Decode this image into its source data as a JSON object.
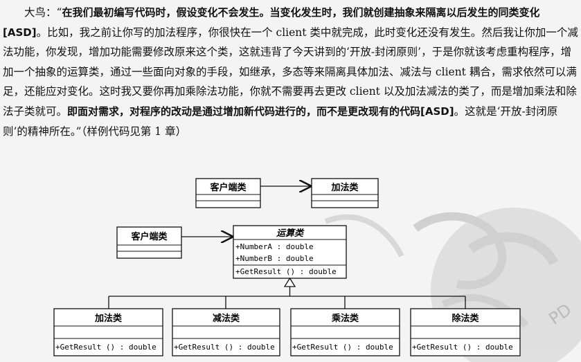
{
  "paragraph": {
    "speaker": "大鸟：“",
    "bold1": "在我们最初编写代码时，假设变化不会发生。当变化发生时，我们就创建抽象来隔离以后发生的同类变化[ASD]",
    "text1": "。比如，我之前让你写的加法程序，你很快在一个 client 类中就完成，此时变化还没有发生。然后我让你加一个减法功能，你发现，增加功能需要修改原来这个类，这就违背了今天讲到的‘开放-封闭原则’，于是你就该考虑重构程序，增加一个抽象的运算类，通过一些面向对象的手段，如继承，多态等来隔离具体加法、减法与 client 耦合，需求依然可以满足，还能应对变化。这时我又要你再加乘除法功能，你就不需要再去更改 client 以及加法减法的类了，而是增加乘法和除法子类就可。",
    "bold2": "即面对需求，对程序的改动是通过增加新代码进行的，而不是更改现有的代码[ASD]",
    "text2": "。这就是‘开放-封闭原则’的精神所在。”（样例代码见第 1 章）"
  },
  "diagram1": {
    "client": "客户端类",
    "add": "加法类"
  },
  "diagram2": {
    "client": "客户端类",
    "operation": {
      "name": "运算类",
      "attributes": [
        "+NumberA : double",
        "+NumberB : double"
      ],
      "methods": [
        "+GetResult () : double"
      ]
    },
    "subclasses": [
      {
        "name": "加法类",
        "method": "+GetResult () : double"
      },
      {
        "name": "减法类",
        "method": "+GetResult () : double"
      },
      {
        "name": "乘法类",
        "method": "+GetResult () : double"
      },
      {
        "name": "除法类",
        "method": "+GetResult () : double"
      }
    ]
  },
  "watermark": {
    "text": "PD"
  }
}
